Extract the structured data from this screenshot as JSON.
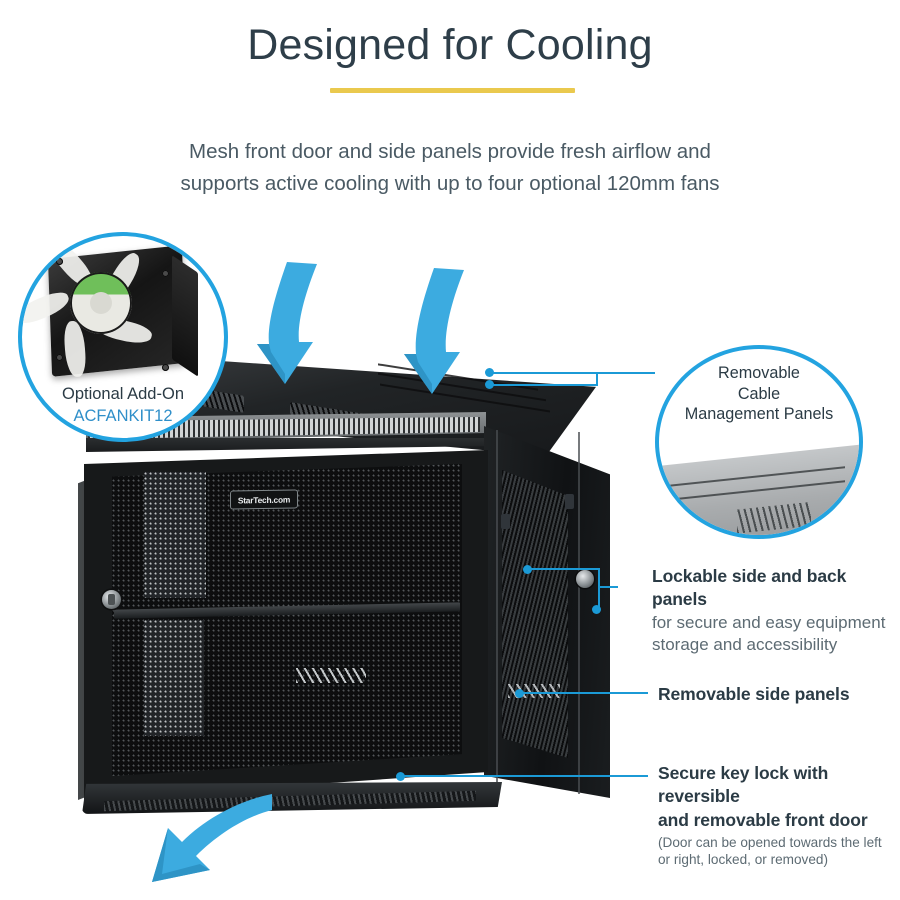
{
  "header": {
    "title": "Designed for Cooling",
    "subtitle_line1": "Mesh front door and side panels provide fresh airflow and",
    "subtitle_line2": "supports active cooling with up to four optional 120mm fans",
    "rule_color": "#eac94e"
  },
  "theme": {
    "accent_blue": "#1b9ad6",
    "bubble_border": "#23a3e0",
    "heading_color": "#2e3e49",
    "body_color": "#5d6b73",
    "link_blue": "#2f8fc9"
  },
  "fan_bubble": {
    "label": "Optional Add-On",
    "sku": "ACFANKIT12",
    "icon": "cooling-fan-icon"
  },
  "product": {
    "brand_badge": "StarTech.com",
    "alt": "black wall-mount network rack cabinet with mesh front door"
  },
  "callouts": [
    {
      "id": "cable-management",
      "style": "bubble",
      "lines": [
        "Removable",
        "Cable",
        "Management Panels"
      ]
    },
    {
      "id": "lockable-panels",
      "style": "bracket",
      "heading": "Lockable side and back panels",
      "body_line1": "for secure and easy equipment",
      "body_line2": "storage and accessibility"
    },
    {
      "id": "removable-side-panels",
      "style": "dash",
      "heading": "Removable side panels"
    },
    {
      "id": "secure-key-lock",
      "style": "dash",
      "heading_line1": "Secure key lock with reversible",
      "heading_line2": "and removable front door",
      "fine_line1": "(Door can be opened towards the left",
      "fine_line2": "or right, locked, or removed)"
    }
  ],
  "airflow": {
    "intake_arrow_count": 2,
    "exhaust_arrow_count": 1,
    "arrow_color": "#3cabe0",
    "direction_note": "intake-top-exhaust-bottom"
  }
}
